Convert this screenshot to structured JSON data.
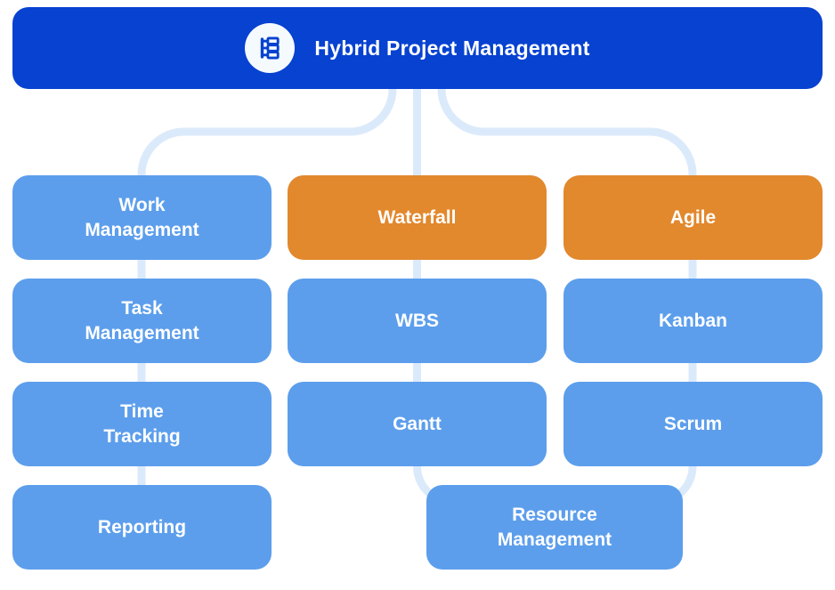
{
  "header": {
    "title": "Hybrid Project Management",
    "icon": "wbs-hierarchy-icon"
  },
  "colors": {
    "header_bg": "#0742D0",
    "node_blue": "#5C9EEC",
    "node_orange": "#E2882D",
    "connector": "#DBEAFB",
    "text": "#FFFFFF"
  },
  "columns": [
    {
      "name": "work-management-track",
      "nodes": [
        {
          "label": "Work\nManagement",
          "type": "blue"
        },
        {
          "label": "Task\nManagement",
          "type": "blue"
        },
        {
          "label": "Time\nTracking",
          "type": "blue"
        },
        {
          "label": "Reporting",
          "type": "blue"
        }
      ]
    },
    {
      "name": "waterfall-track",
      "nodes": [
        {
          "label": "Waterfall",
          "type": "orange"
        },
        {
          "label": "WBS",
          "type": "blue"
        },
        {
          "label": "Gantt",
          "type": "blue"
        }
      ]
    },
    {
      "name": "agile-track",
      "nodes": [
        {
          "label": "Agile",
          "type": "orange"
        },
        {
          "label": "Kanban",
          "type": "blue"
        },
        {
          "label": "Scrum",
          "type": "blue"
        }
      ]
    }
  ],
  "merge_node": {
    "label": "Resource\nManagement",
    "type": "blue"
  }
}
